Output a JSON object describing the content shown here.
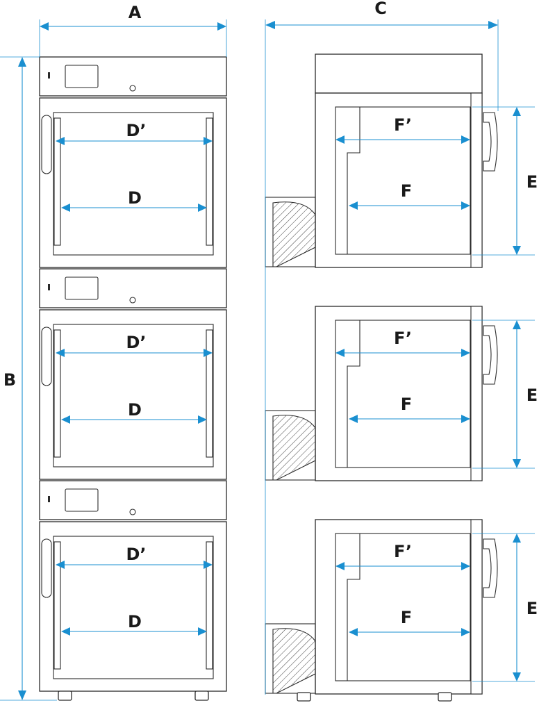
{
  "labels": {
    "A": "A",
    "B": "B",
    "C": "C",
    "D": "D",
    "D_prime": "D’",
    "E": "E",
    "F": "F",
    "F_prime": "F’"
  },
  "colors": {
    "dimension": "#1a8fd0",
    "outline": "#2a2a2a",
    "background": "#ffffff"
  },
  "views": {
    "front": {
      "units": 3
    },
    "side": {
      "units": 3
    }
  }
}
